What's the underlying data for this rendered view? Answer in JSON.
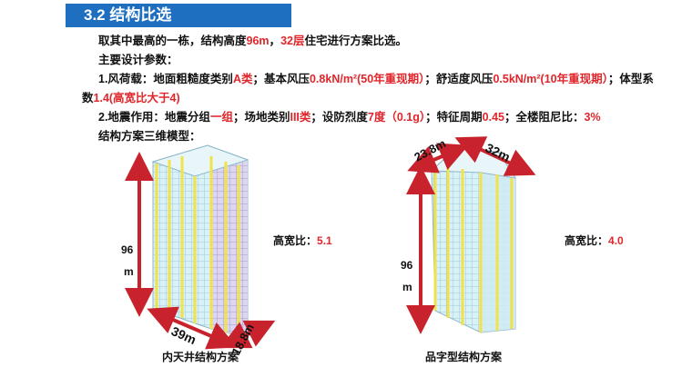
{
  "header": {
    "title": "3.2 结构比选"
  },
  "intro": {
    "pre": "取其中最高的一栋，结构高度",
    "height": "96m",
    "comma": "，",
    "floors": "32层",
    "post": "住宅进行方案比选。"
  },
  "design_params": {
    "title": "主要设计参数："
  },
  "wind": {
    "pre": "1.风荷载：地面粗糙度类别",
    "category": "A类",
    "mid1": "；基本风压",
    "basic_pressure": "0.8kN/m²(50年重现期）",
    "mid2": "；舒适度风压",
    "comfort_pressure": "0.5kN/m²(10年重现期）",
    "mid3": "；体型系",
    "cont": "数",
    "shape_coef": "1.4(高宽比大于4)"
  },
  "seismic": {
    "pre": "2.地震作用：地震分组",
    "group": "一组",
    "mid1": "；场地类别",
    "site": "III类",
    "mid2": "；设防烈度",
    "intensity": "7度（0.1g）",
    "mid3": "；特征周期",
    "period": "0.45",
    "mid4": "；全楼阻尼比：",
    "damping": "3%"
  },
  "model_title": "结构方案三维模型：",
  "scheme_left": {
    "height_num": "96",
    "height_unit": "m",
    "dim_a": "39m",
    "dim_b": "18.8m",
    "ratio_label": "高宽比：",
    "ratio_value": "5.1",
    "caption": "内天井结构方案"
  },
  "scheme_right": {
    "height_num": "96",
    "height_unit": "m",
    "dim_a": "23.8m",
    "dim_b": "32m",
    "ratio_label": "高宽比：",
    "ratio_value": "4.0",
    "caption": "品字型结构方案"
  },
  "colors": {
    "header_bg": "#1f6fc1",
    "accent_red": "#e0262b",
    "arrow": "#c8232c"
  }
}
